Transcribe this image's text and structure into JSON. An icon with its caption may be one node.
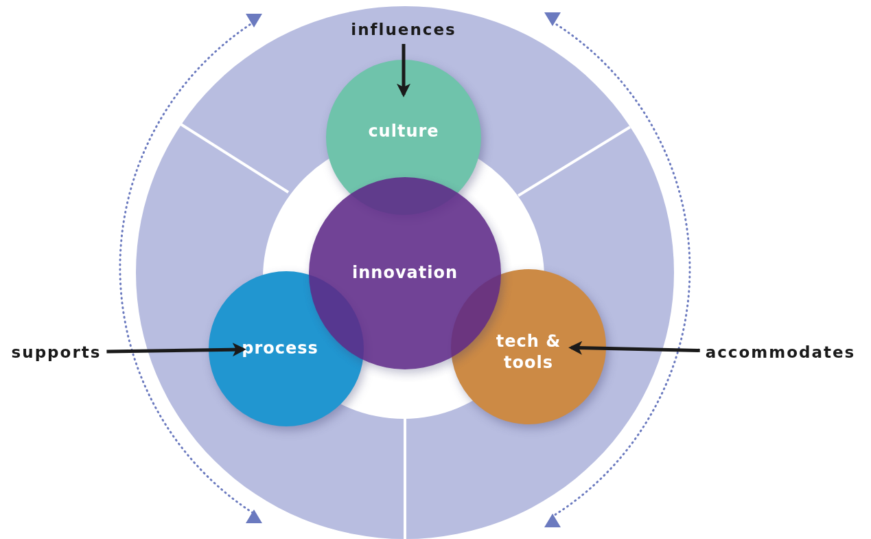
{
  "diagram": {
    "nodes": [
      {
        "text": [
          "influences"
        ]
      },
      {
        "text": [
          "culture"
        ]
      },
      {
        "text": [
          "innovation"
        ]
      },
      {
        "text": [
          "supports"
        ]
      },
      {
        "text": [
          "process"
        ]
      },
      {
        "text": [
          "tech & tools"
        ]
      },
      {
        "text": [
          "accommodates"
        ]
      }
    ],
    "edges": [
      {
        "from": 0,
        "to": 1,
        "arrow": "to"
      },
      {
        "from": 3,
        "to": 4,
        "arrow": "to"
      },
      {
        "from": 6,
        "to": 5,
        "arrow": "to"
      }
    ]
  }
}
